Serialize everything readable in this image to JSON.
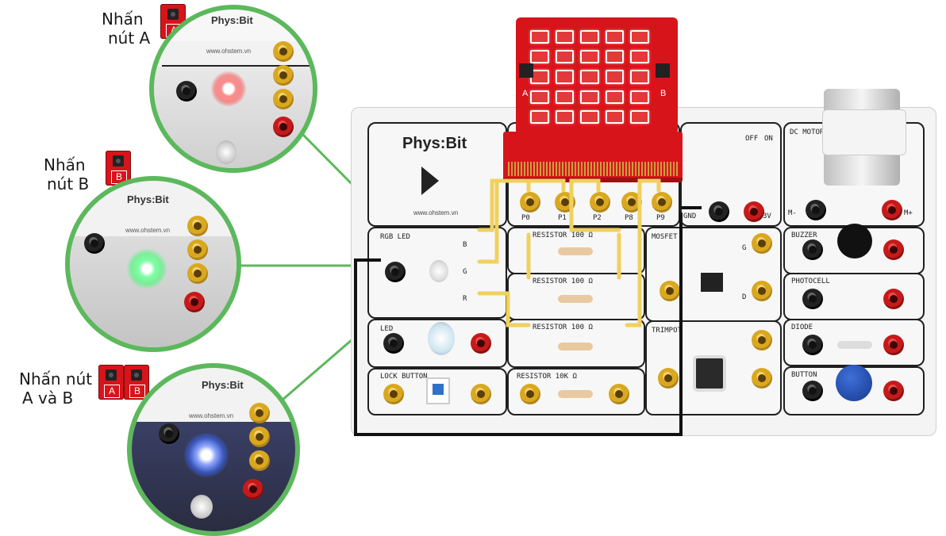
{
  "captions": {
    "press_a": [
      "Nhấn",
      "nút A"
    ],
    "press_b": [
      "Nhấn",
      "nút B"
    ],
    "press_ab": [
      "Nhấn nút",
      "A và B"
    ]
  },
  "buttons": {
    "a": "A",
    "b": "B"
  },
  "board": {
    "title": "Phys:Bit",
    "website": "www.ohstem.vn",
    "microbit_buttons": [
      "A",
      "B"
    ],
    "pins": [
      "P0",
      "P1",
      "P2",
      "P8",
      "P9"
    ],
    "gnd": "GND",
    "v3": "3V",
    "switch": {
      "off": "OFF",
      "on": "ON"
    },
    "rgb_led": {
      "title": "RGB LED",
      "channels": [
        "B",
        "G",
        "R"
      ]
    },
    "resistor_100_1": "RESISTOR 100 Ω",
    "resistor_100_2": "RESISTOR 100 Ω",
    "resistor_100_3": "RESISTOR 100 Ω",
    "resistor_10k": "RESISTOR 10K Ω",
    "mosfet": {
      "title": "MOSFET",
      "g": "G",
      "d": "D"
    },
    "trimpot": "TRIMPOT",
    "led": "LED",
    "lock_button": "LOCK BUTTON",
    "dc_motor": {
      "title": "DC MOTOR",
      "minus": "M-",
      "plus": "M+"
    },
    "buzzer": "BUZZER",
    "photocell": "PHOTOCELL",
    "diode": "DIODE",
    "button": "BUTTON"
  },
  "colors": {
    "ring": "#5cb85c",
    "microbit_red": "#d8141b",
    "wire_yellow": "#f0d060",
    "led_red": "#ff3030",
    "led_green": "#35ff6a",
    "led_blue": "#3c6bff"
  },
  "zoom_views": [
    {
      "state": "red",
      "led_color": "#ff3030"
    },
    {
      "state": "green",
      "led_color": "#35ff6a"
    },
    {
      "state": "blue",
      "led_color": "#3c6bff"
    }
  ]
}
